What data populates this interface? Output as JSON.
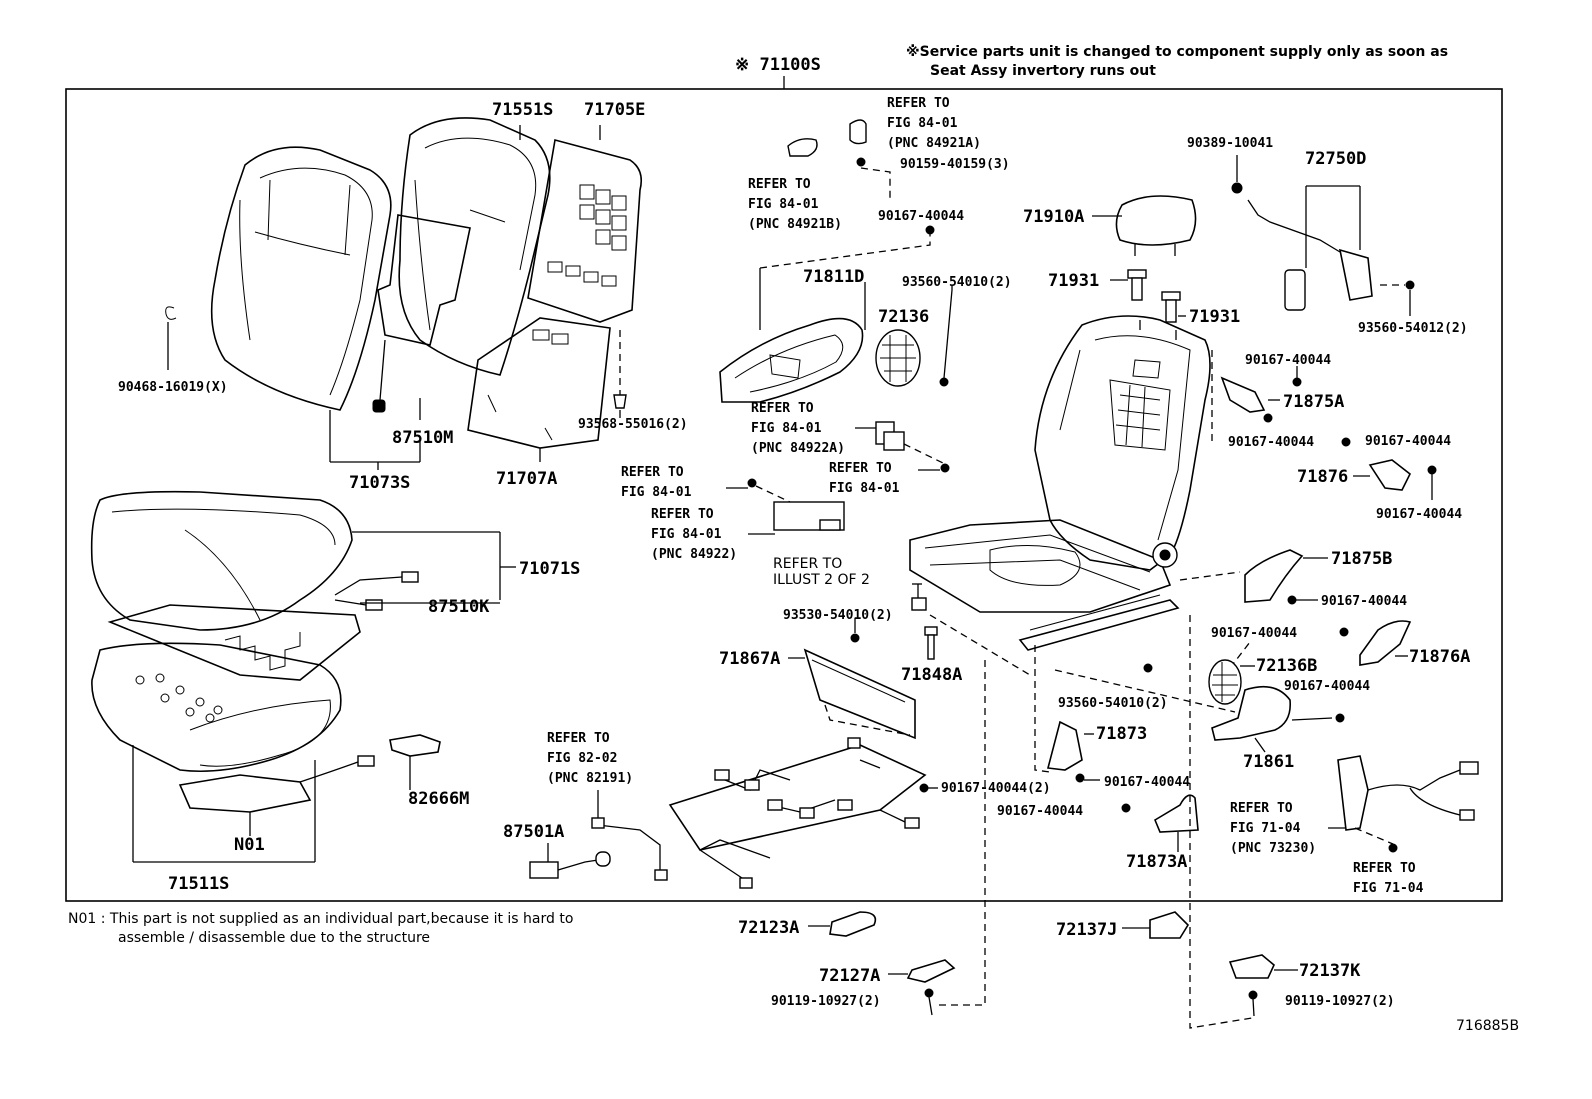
{
  "header": {
    "assembly_code": "※ 71100S",
    "service_note_line1": "※Service parts unit is changed to component supply only as soon as",
    "service_note_line2": "Seat Assy invertory runs out"
  },
  "footnote": {
    "line1": "N01 : This part is not supplied as an individual part,because it is hard to",
    "line2": "assemble / disassemble due to the structure"
  },
  "diagram_id": "716885B",
  "parts": {
    "p71551S": "71551S",
    "p71705E": "71705E",
    "p90468": "90468-16019(X)",
    "p87510M": "87510M",
    "p71073S": "71073S",
    "p71707A": "71707A",
    "p93568": "93568-55016(2)",
    "p71071S": "71071S",
    "p87510K": "87510K",
    "p82666M": "82666M",
    "pN01": "N01",
    "p71511S": "71511S",
    "p90159": "90159-40159(3)",
    "p90167_a": "90167-40044",
    "p71811D": "71811D",
    "p72136": "72136",
    "p93560_a": "93560-54010(2)",
    "p71910A": "71910A",
    "p71931_a": "71931",
    "p71931_b": "71931",
    "p90389": "90389-10041",
    "p72750D": "72750D",
    "p93560_b": "93560-54012(2)",
    "p90167_b": "90167-40044",
    "p71875A": "71875A",
    "p90167_c": "90167-40044",
    "p90167_d": "90167-40044",
    "p71876": "71876",
    "p90167_e": "90167-40044",
    "p71875B": "71875B",
    "p90167_f": "90167-40044",
    "p90167_g": "90167-40044",
    "p71876A": "71876A",
    "p93530": "93530-54010(2)",
    "p71867A": "71867A",
    "p71848A": "71848A",
    "p72136B": "72136B",
    "p93560_c": "93560-54010(2)",
    "p90167_h": "90167-40044",
    "p71873": "71873",
    "p71861": "71861",
    "p90167_i": "90167-40044(2)",
    "p90167_j": "90167-40044",
    "p90167_k": "90167-40044",
    "p71873A": "71873A",
    "p87501A": "87501A",
    "p72123A": "72123A",
    "p72127A": "72127A",
    "p90119_a": "90119-10927(2)",
    "p72137J": "72137J",
    "p72137K": "72137K",
    "p90119_b": "90119-10927(2)"
  },
  "references": {
    "r1_l1": "REFER TO",
    "r1_l2": "FIG 84-01",
    "r1_l3": "(PNC 84921A)",
    "r2_l1": "REFER TO",
    "r2_l2": "FIG 84-01",
    "r2_l3": "(PNC 84921B)",
    "r3_l1": "REFER TO",
    "r3_l2": "FIG 84-01",
    "r3_l3": "(PNC 84922A)",
    "r4_l1": "REFER TO",
    "r4_l2": "FIG 84-01",
    "r5_l1": "REFER TO",
    "r5_l2": "FIG 84-01",
    "r6_l1": "REFER TO",
    "r6_l2": "FIG 84-01",
    "r6_l3": "(PNC 84922)",
    "r7_l1": "REFER TO",
    "r7_l2": "ILLUST 2 OF 2",
    "r8_l1": "REFER TO",
    "r8_l2": "FIG 82-02",
    "r8_l3": "(PNC 82191)",
    "r9_l1": "REFER TO",
    "r9_l2": "FIG 71-04",
    "r9_l3": "(PNC 73230)",
    "r10_l1": "REFER TO",
    "r10_l2": "FIG 71-04"
  }
}
